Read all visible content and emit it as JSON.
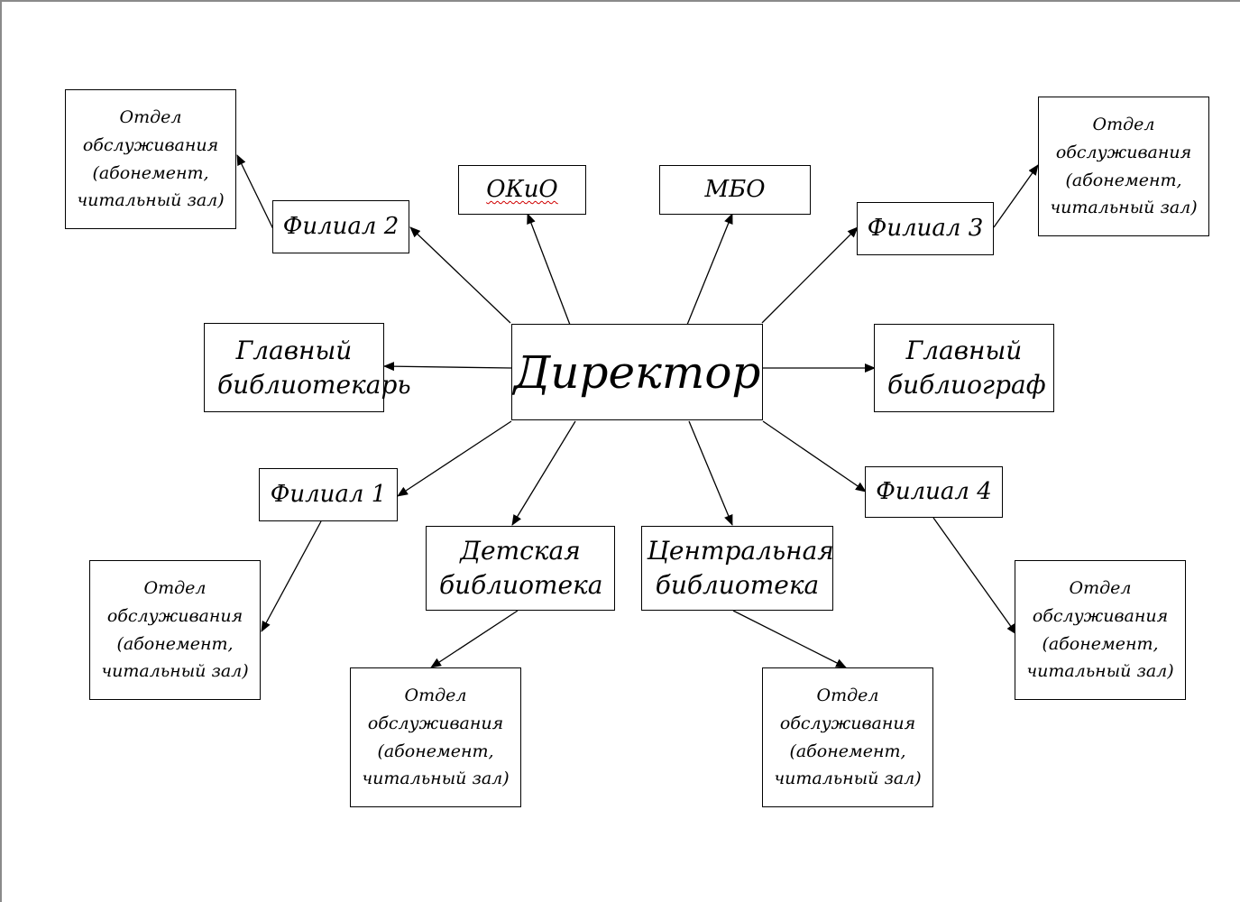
{
  "nodes": {
    "director": "Директор",
    "okio": "ОКиО",
    "mbo": "МБО",
    "branch1": "Филиал 1",
    "branch2": "Филиал 2",
    "branch3": "Филиал 3",
    "branch4": "Филиал 4",
    "chief_librarian": "Главный библиотекарь",
    "chief_bibliographer": "Главный библиограф",
    "children_library": "Детская библиотека",
    "central_library": "Центральная библиотека"
  },
  "service_dept": [
    "Отдел",
    "обслуживания",
    "(абонемент,",
    "читальный зал)"
  ]
}
